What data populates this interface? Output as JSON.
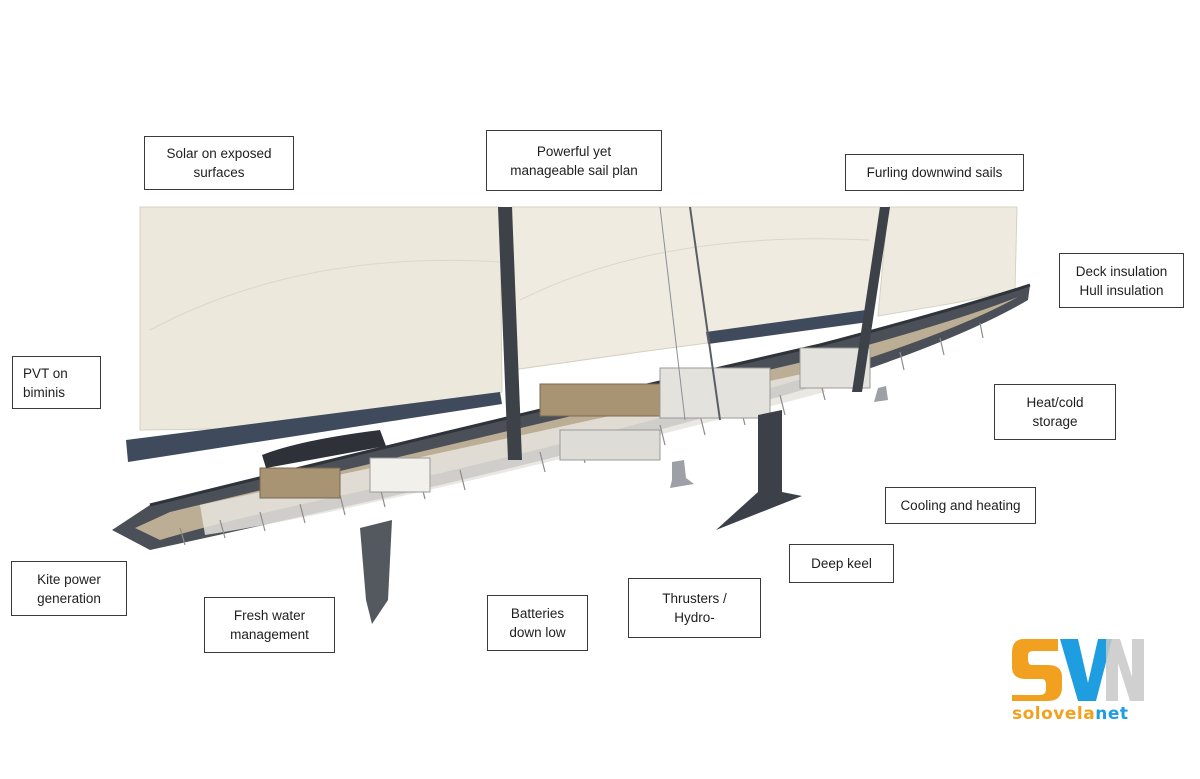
{
  "callouts": {
    "solar": [
      "Solar on exposed",
      "surfaces"
    ],
    "sail_plan": [
      "Powerful yet",
      "manageable sail plan"
    ],
    "furling": [
      "Furling downwind sails"
    ],
    "insulation": [
      "Deck insulation",
      "Hull insulation"
    ],
    "pvt": [
      "PVT on",
      "biminis"
    ],
    "heat_cold": [
      "Heat/cold",
      "storage"
    ],
    "cooling": [
      "Cooling and heating"
    ],
    "keel": [
      "Deep keel"
    ],
    "thrusters": [
      "Thrusters /",
      "Hydro-"
    ],
    "batteries": [
      "Batteries",
      "down low"
    ],
    "fresh_water": [
      "Fresh water",
      "management"
    ],
    "kite": [
      "Kite power",
      "generation"
    ]
  },
  "logo": {
    "mark": "SVN",
    "text_a": "solovela",
    "text_b": "net",
    "colors": {
      "orange": "#f2a020",
      "blue": "#1e9de0",
      "grey": "#c8c8c8"
    }
  },
  "colors": {
    "sail": "#ece8dc",
    "hull": "#3f454e",
    "interior": "#b8a88e",
    "mast": "#3d4148",
    "border": "#3a3a3a"
  }
}
